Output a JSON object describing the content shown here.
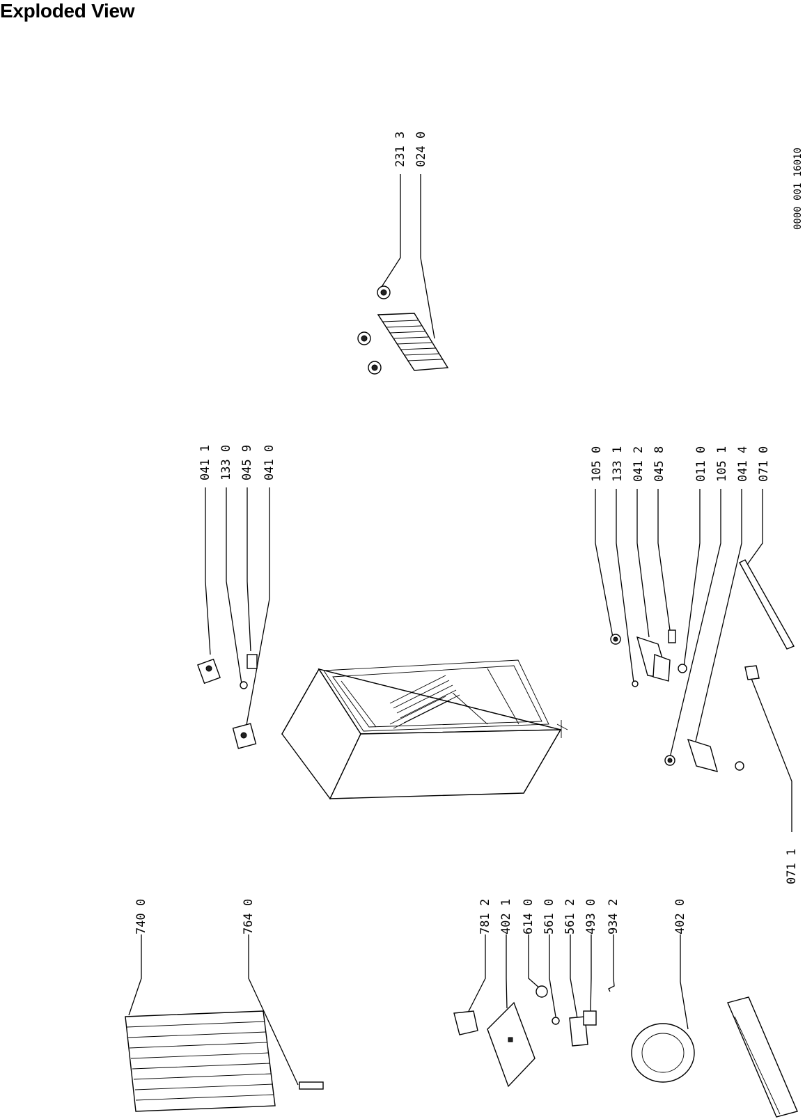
{
  "title": "Exploded View",
  "doc_code": "0000 001 16010",
  "labels": {
    "l2313": "231 3",
    "l0240": "024 0",
    "l0411": "041 1",
    "l1330": "133 0",
    "l0459": "045 9",
    "l0410": "041 0",
    "l1050": "105 0",
    "l1331": "133 1",
    "l0412": "041 2",
    "l0458": "045 8",
    "l0110": "011 0",
    "l1051": "105 1",
    "l0414": "041 4",
    "l0710": "071 0",
    "l0711": "071 1",
    "l7400": "740 0",
    "l7640": "764 0",
    "l7812": "781 2",
    "l4021": "402 1",
    "l6140": "614 0",
    "l5610": "561 0",
    "l5612": "561 2",
    "l4930": "493 0",
    "l9342": "934 2",
    "l4020": "402 0"
  }
}
